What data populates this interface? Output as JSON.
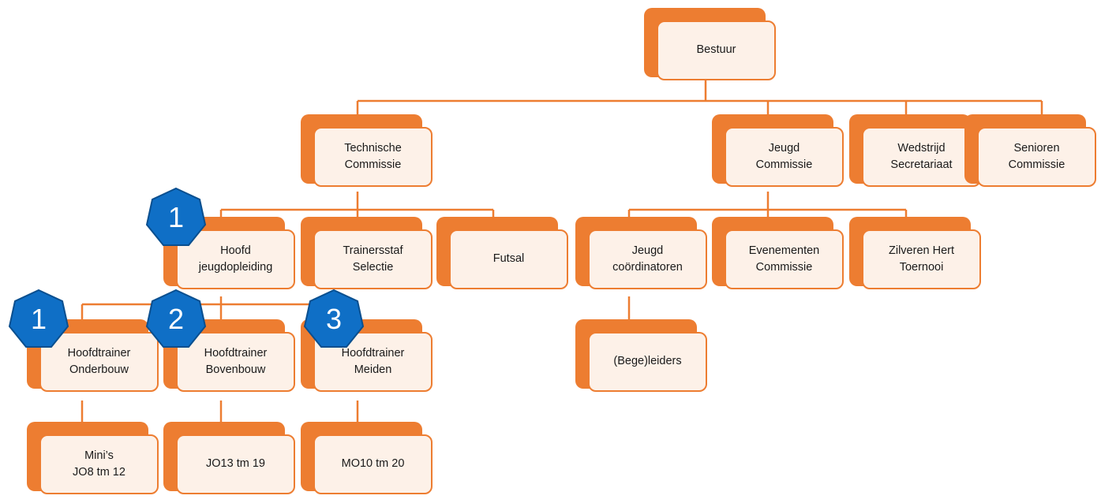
{
  "colors": {
    "accent": "#ED7D31",
    "fill": "#FDF1E8",
    "badge": "#0F6FC6",
    "badge_stroke": "#0A4F8F"
  },
  "nodes": {
    "bestuur": "Bestuur",
    "technische_commissie": "Technische\nCommissie",
    "jeugd_commissie": "Jeugd\nCommissie",
    "wedstrijd_secretariaat": "Wedstrijd\nSecretariaat",
    "senioren_commissie": "Senioren\nCommissie",
    "hoofd_jeugdopleiding": "Hoofd\njeugdopleiding",
    "trainersstaf_selectie": "Trainersstaf\nSelectie",
    "futsal": "Futsal",
    "jeugd_coordinatoren": "Jeugd\ncoördinatoren",
    "evenementen_commissie": "Evenementen\nCommissie",
    "zilveren_hert_toernooi": "Zilveren Hert\nToernooi",
    "begeleiders": "(Bege)leiders",
    "hoofdtrainer_onderbouw": "Hoofdtrainer\nOnderbouw",
    "hoofdtrainer_bovenbouw": "Hoofdtrainer\nBovenbouw",
    "hoofdtrainer_meiden": "Hoofdtrainer\nMeiden",
    "minis": "Mini’s\nJO8 tm 12",
    "jo13_19": "JO13 tm 19",
    "mo10_20": "MO10 tm 20"
  },
  "badges": {
    "hoofd_jeugdopleiding": "1",
    "onderbouw": "1",
    "bovenbouw": "2",
    "meiden": "3"
  }
}
